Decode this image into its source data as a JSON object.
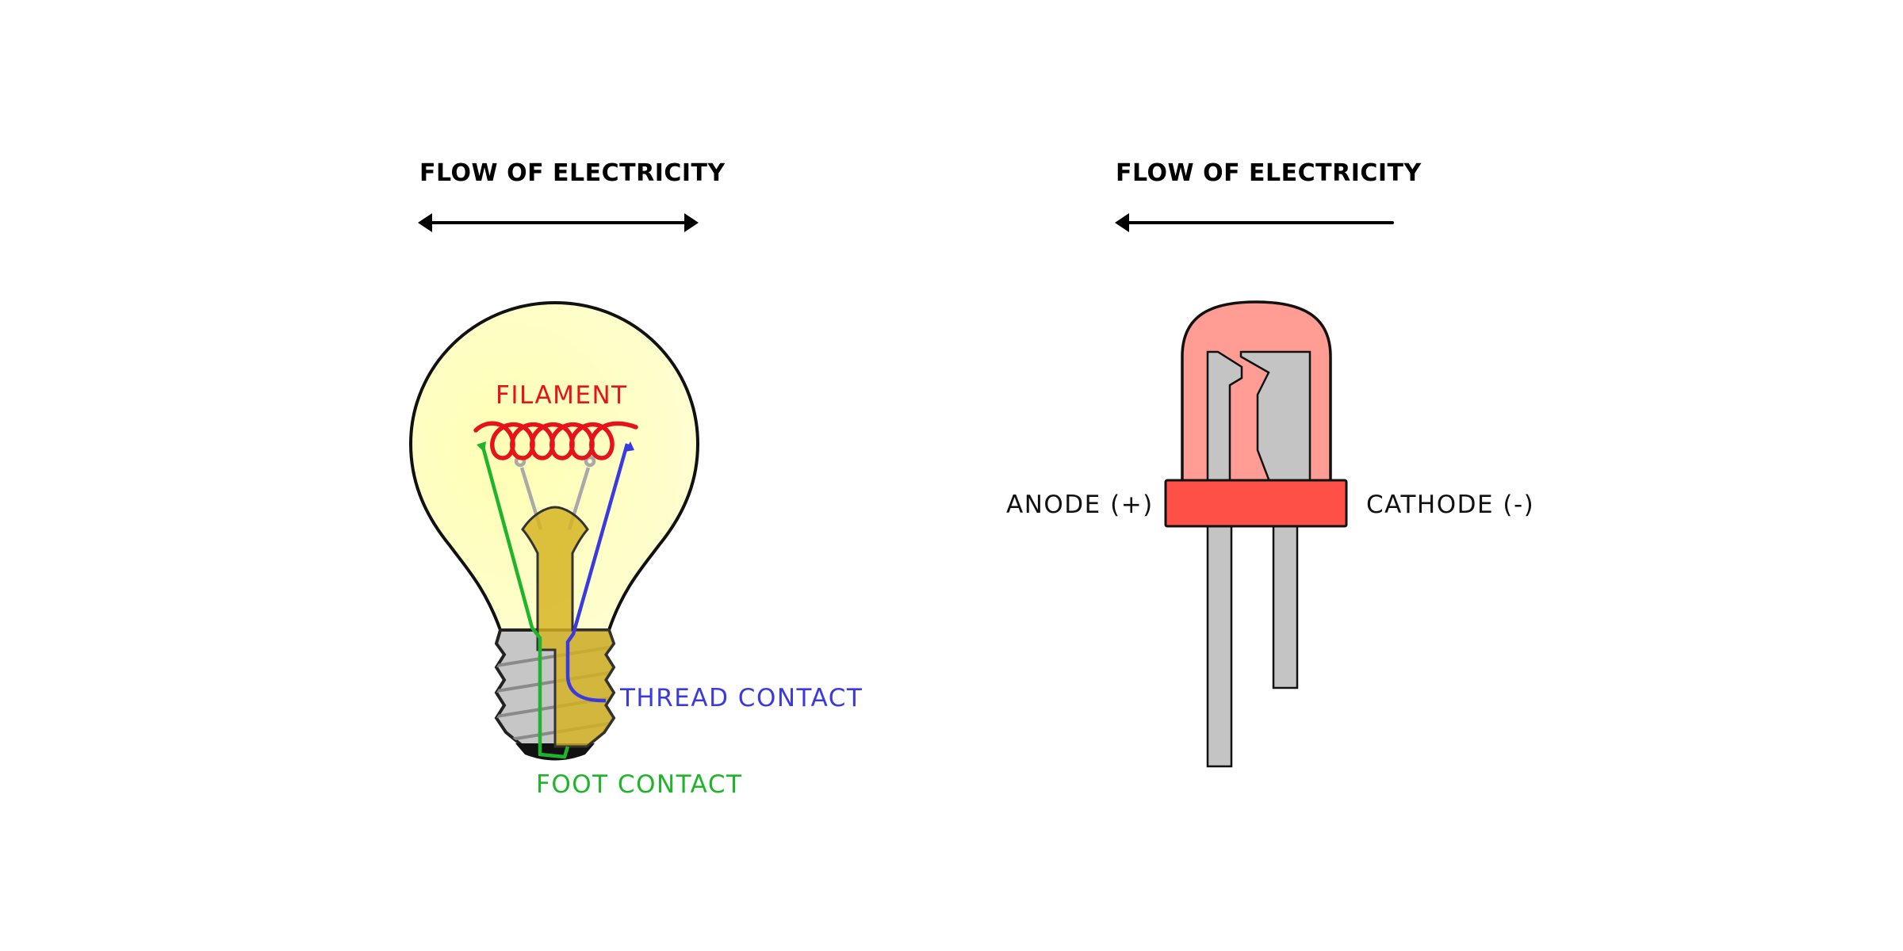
{
  "bulb": {
    "heading": "FLOW OF ELECTRICITY",
    "filament_label": "FILAMENT",
    "thread_contact_label": "THREAD CONTACT",
    "foot_contact_label": "FOOT CONTACT",
    "arrow_direction": "both"
  },
  "led": {
    "heading": "FLOW OF ELECTRICITY",
    "anode_label": "ANODE (+)",
    "cathode_label": "CATHODE (-)",
    "arrow_direction": "left"
  },
  "colors": {
    "filament": "#e8121b",
    "thread_contact": "#3a3ae0",
    "foot_contact": "#1fb52a",
    "bulb_glass": "#fefec8",
    "bulb_base": "#d4b21f",
    "led_lens": "#ff9c94",
    "led_rim": "#ff5047",
    "lead_metal": "#c4c4c4",
    "outline": "#111111"
  }
}
